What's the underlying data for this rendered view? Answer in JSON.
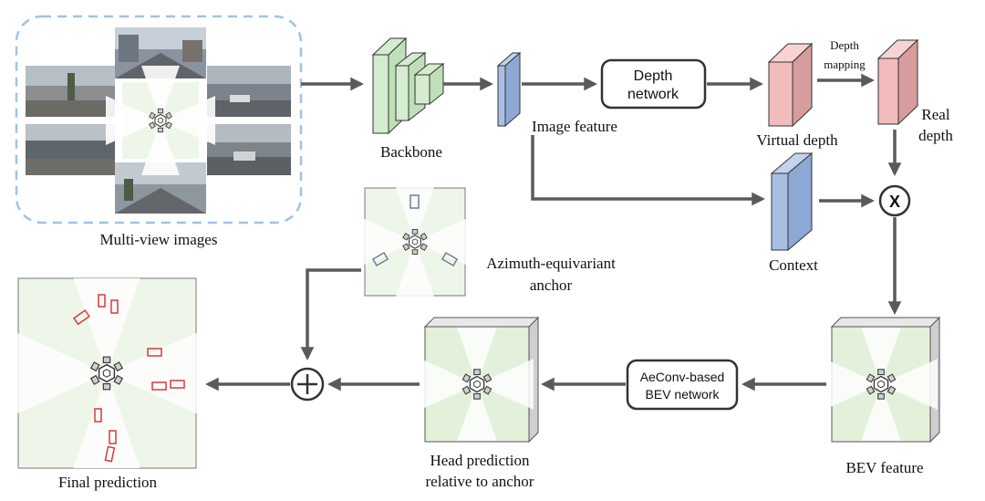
{
  "labels": {
    "multi_view": "Multi-view images",
    "backbone": "Backbone",
    "image_feature": "Image feature",
    "depth_network_line1": "Depth",
    "depth_network_line2": "network",
    "depth_mapping_line1": "Depth",
    "depth_mapping_line2": "mapping",
    "virtual_depth": "Virtual depth",
    "real_depth_line1": "Real",
    "real_depth_line2": "depth",
    "context": "Context",
    "multiply_symbol": "X",
    "azimuth_line1": "Azimuth-equivariant",
    "azimuth_line2": "anchor",
    "bev_feature": "BEV feature",
    "aeconv_line1": "AeConv-based",
    "aeconv_line2": "BEV network",
    "head_line1": "Head prediction",
    "head_line2": "relative to anchor",
    "final_prediction": "Final prediction"
  },
  "colors": {
    "arrow": "#5a5a5a",
    "feature_blue": "#a9bfe2",
    "feature_pink": "#f2bcbc",
    "backbone_green": "#d5ecd0",
    "bev_green": "#e3f1db",
    "box_red": "#d83a3a",
    "box_blue": "#6d7f99",
    "dashed_border": "#9fc3e6"
  }
}
